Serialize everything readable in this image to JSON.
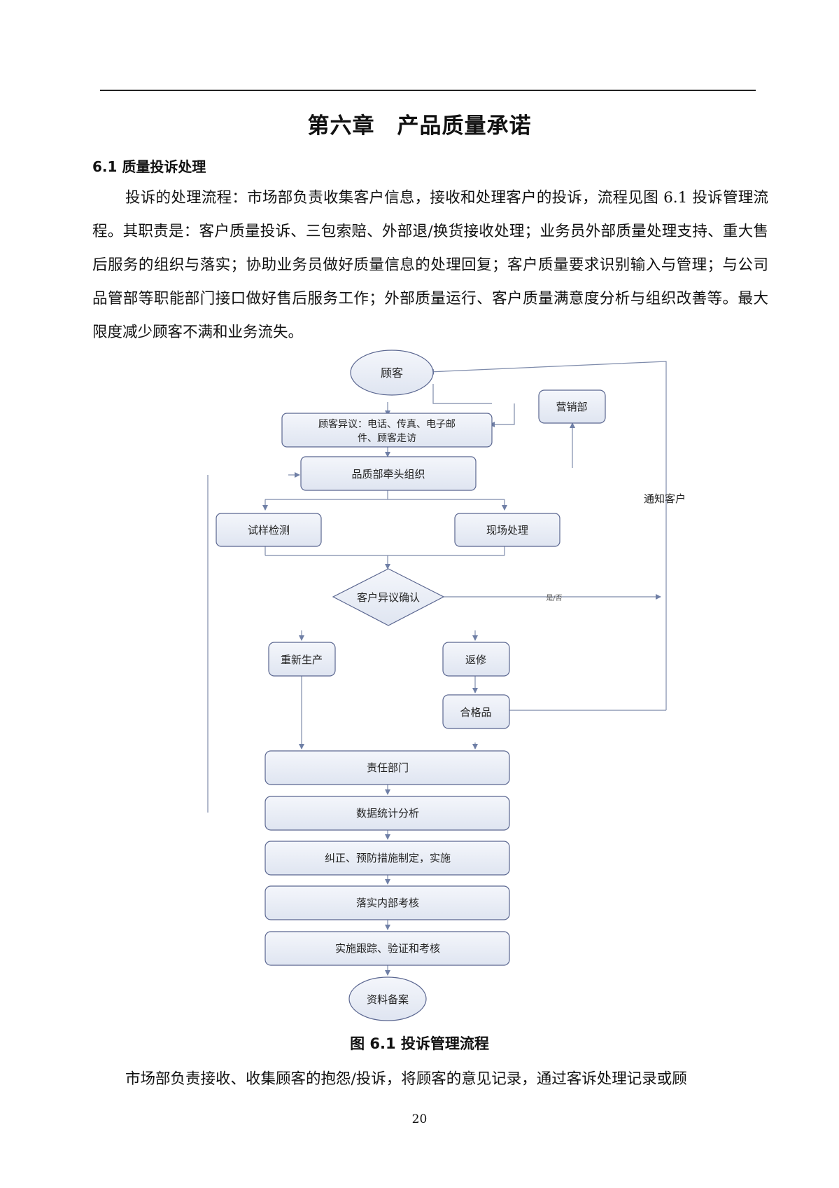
{
  "chapter_title": "第六章　产品质量承诺",
  "section_title": "6.1 质量投诉处理",
  "paragraph_1": "投诉的处理流程：市场部负责收集客户信息，接收和处理客户的投诉，流程见图 6.1 投诉管理流程。其职责是：客户质量投诉、三包索赔、外部退/换货接收处理；业务员外部质量处理支持、重大售后服务的组织与落实；协助业务员做好质量信息的处理回复；客户质量要求识别输入与管理；与公司品管部等职能部门接口做好售后服务工作；外部质量运行、客户质量满意度分析与组织改善等。最大限度减少顾客不满和业务流失。",
  "flowchart": {
    "customer": "顾客",
    "sales_dept": "营销部",
    "complaint_line1": "顾客异议：电话、传真、电子邮",
    "complaint_line2": "件、顾客走访",
    "quality_dept": "品质部牵头组织",
    "sample_test": "试样检测",
    "onsite": "现场处理",
    "confirm": "客户异议确认",
    "no_label": "是/否",
    "notify": "通知客户",
    "reproduce": "重新生产",
    "repair": "返修",
    "qualified": "合格品",
    "responsible": "责任部门",
    "data_analysis": "数据统计分析",
    "corrective": "纠正、预防措施制定，实施",
    "internal_assess": "落实内部考核",
    "tracking": "实施跟踪、验证和考核",
    "archive": "资料备案"
  },
  "figure_caption": "图 6.1 投诉管理流程",
  "paragraph_2": "市场部负责接收、收集顾客的抱怨/投诉，将顾客的意见记录，通过客诉处理记录或顾",
  "page_number": "20"
}
